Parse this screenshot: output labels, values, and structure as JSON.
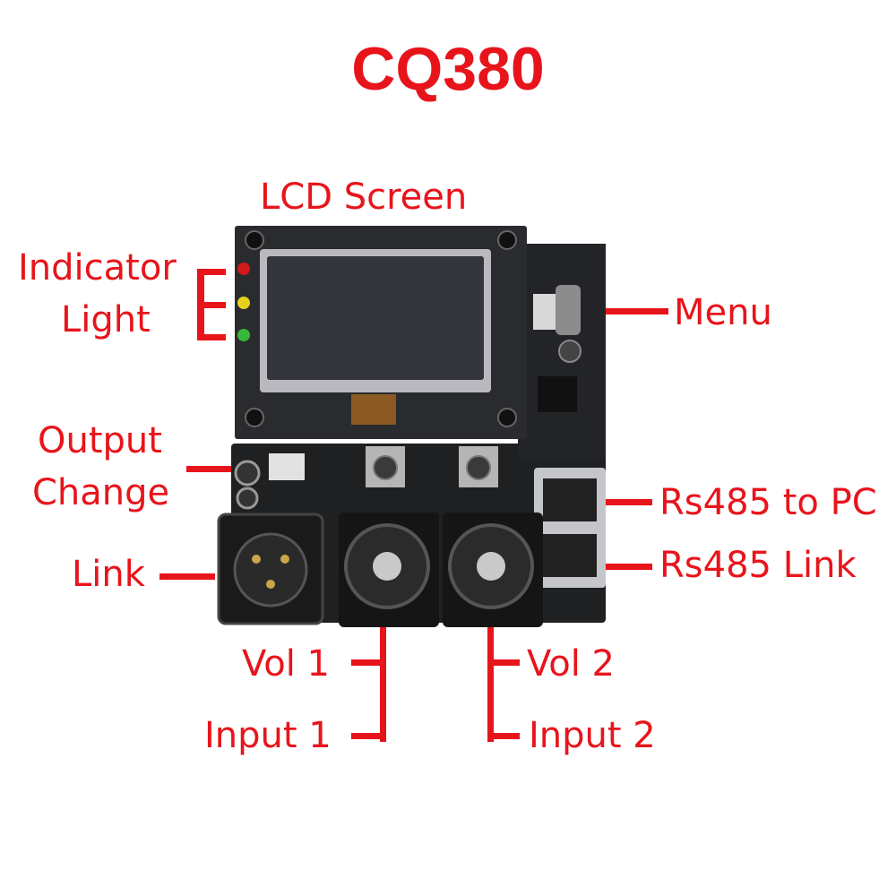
{
  "title": "CQ380",
  "labels": {
    "lcd_screen": "LCD Screen",
    "indicator_light_1": "Indicator",
    "indicator_light_2": "Light",
    "menu": "Menu",
    "output_change_1": "Output",
    "output_change_2": "Change",
    "rs485_pc": "Rs485 to PC",
    "rs485_link": "Rs485 Link",
    "link": "Link",
    "vol1": "Vol 1",
    "input1": "Input 1",
    "vol2": "Vol 2",
    "input2": "Input 2"
  },
  "colors": {
    "label": "#e8141b",
    "board": "#1f2022",
    "lcd": "#33343c"
  }
}
